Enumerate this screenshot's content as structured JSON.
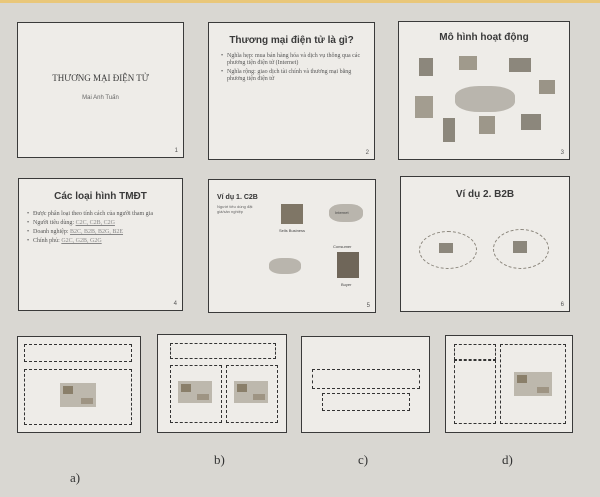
{
  "slides": [
    {
      "title": "THƯƠNG MẠI ĐIỆN TỬ",
      "subtitle": "Mai Anh Tuấn",
      "number": "1"
    },
    {
      "title": "Thương mại điện tử là gì?",
      "bullets": [
        "Nghĩa hẹp: mua bán hàng hóa và dịch vụ thông qua các phương tiện điện tử (Internet)",
        "Nghĩa rộng: giao dịch tài chính và thương mại bằng phương tiện điện tử"
      ],
      "number": "2"
    },
    {
      "title": "Mô hình hoạt động",
      "number": "3"
    },
    {
      "title": "Các loại hình TMĐT",
      "bullets": [
        {
          "text": "Được phân loại theo tính cách của người tham gia",
          "links": ""
        },
        {
          "text": "Người tiêu dùng:",
          "links": "C2C, C2B, C2G"
        },
        {
          "text": "Doanh nghiệp:",
          "links": "B2C, B2B, B2G, B2E"
        },
        {
          "text": "Chính phủ:",
          "links": "G2C, G2B, G2G"
        }
      ],
      "number": "4"
    },
    {
      "title": "Ví dụ 1. C2B",
      "caption": "Người tiêu dùng đặt giá/sản nghiệp",
      "labels": {
        "seller": "Internet",
        "buyer": "Consumer",
        "sellers": "Sells Business",
        "buyer2": "Buyer"
      },
      "number": "5"
    },
    {
      "title": "Ví dụ 2. B2B",
      "number": "6"
    }
  ],
  "captions": [
    "a)",
    "b)",
    "c)",
    "d)"
  ]
}
